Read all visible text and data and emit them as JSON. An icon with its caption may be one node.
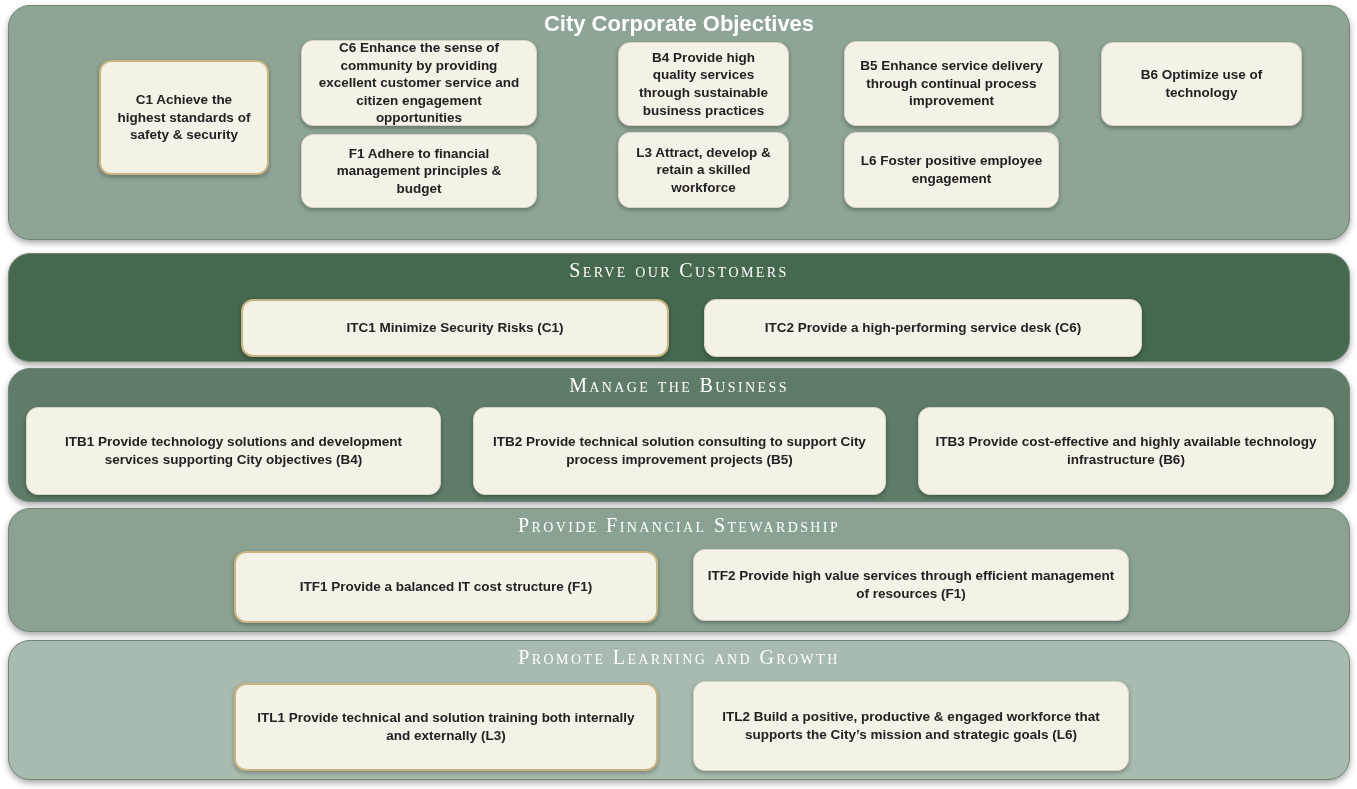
{
  "diagram": {
    "nodes": [
      {
        "text": [
          "City Corporate Objectives"
        ]
      },
      {
        "text": [
          "C1 Achieve the highest standards of safety & security"
        ],
        "in": 0
      },
      {
        "text": [
          "C6 Enhance the sense of community by providing excellent customer service and citizen engagement opportunities"
        ],
        "in": 0
      },
      {
        "text": [
          "B4 Provide high quality services through sustainable business practices"
        ],
        "in": 0
      },
      {
        "text": [
          "B5 Enhance service delivery through continual process improvement"
        ],
        "in": 0
      },
      {
        "text": [
          "B6 Optimize use of technology"
        ],
        "in": 0
      },
      {
        "text": [
          "F1 Adhere to financial management principles & budget"
        ],
        "in": 0
      },
      {
        "text": [
          "L3 Attract, develop & retain a skilled workforce"
        ],
        "in": 0
      },
      {
        "text": [
          "L6 Foster positive employee engagement"
        ],
        "in": 0
      },
      {
        "text": [
          "Serve our Customers"
        ]
      },
      {
        "text": [
          "ITC1 Minimize Security Risks (C1)"
        ],
        "in": 9
      },
      {
        "text": [
          "ITC2 Provide a high-performing service desk (C6)"
        ],
        "in": 9
      },
      {
        "text": [
          "Manage the Business"
        ]
      },
      {
        "text": [
          "ITB1 Provide technology solutions and development services supporting City objectives (B4)"
        ],
        "in": 12
      },
      {
        "text": [
          "ITB2 Provide technical solution consulting to support City process improvement projects (B5)"
        ],
        "in": 12
      },
      {
        "text": [
          "ITB3 Provide cost-effective and highly available technology infrastructure (B6)"
        ],
        "in": 12
      },
      {
        "text": [
          "Provide Financial Stewardship"
        ]
      },
      {
        "text": [
          "ITF1 Provide a balanced IT cost structure (F1)"
        ],
        "in": 16
      },
      {
        "text": [
          "ITF2 Provide high value services through efficient management of resources (F1)"
        ],
        "in": 16
      },
      {
        "text": [
          "Promote Learning and Growth"
        ]
      },
      {
        "text": [
          "ITL1 Provide technical and solution training both internally and externally (L3)"
        ],
        "in": 19
      },
      {
        "text": [
          "ITL2 Build a positive, productive & engaged workforce that supports the City’s mission and strategic goals (L6)"
        ],
        "in": 19
      }
    ]
  }
}
